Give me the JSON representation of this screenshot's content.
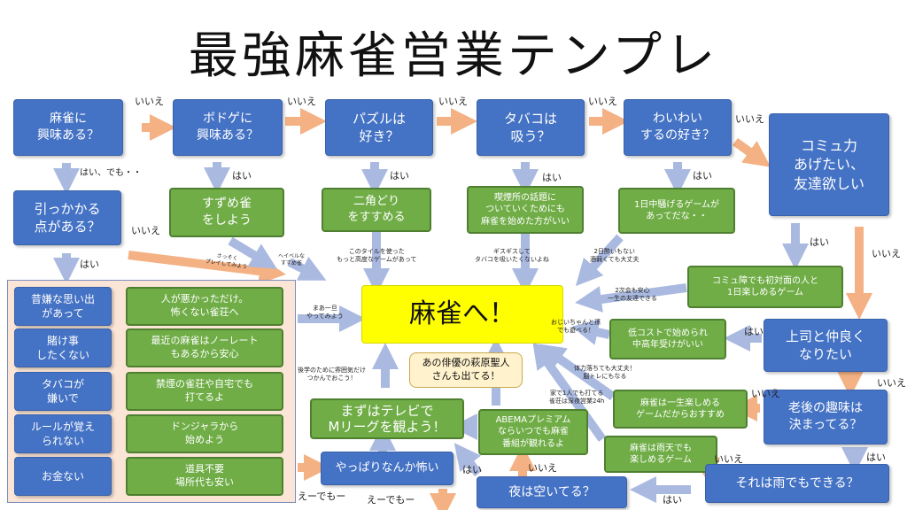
{
  "title": "最強麻雀営業テンプレ",
  "colors": {
    "blue": "#4472c4",
    "green": "#70ad47",
    "yellow": "#ffff00",
    "panel": "#fbe5d6",
    "arrow_peach": "#f4b183",
    "arrow_blue": "#a9b9e0"
  },
  "questions": {
    "q_mahjong": "麻雀に\n興味ある？",
    "q_boardgame": "ボドゲに\n興味ある？",
    "q_puzzle": "パズルは\n好き？",
    "q_tobacco": "タバコは\n吸う？",
    "q_party": "わいわい\nするの好き？",
    "q_comm": "コミュ力\nあげたい、\n友達欲しい",
    "q_catch": "引っかかる\n点がある？",
    "q_boss": "上司と仲良く\nなりたい",
    "q_hobby": "老後の趣味は\n決まってる？",
    "q_rain": "それは雨でもできる？",
    "q_night": "夜は空いてる？",
    "q_scary": "やっぱりなんか怖い"
  },
  "panel_rows": [
    {
      "q": "昔嫌な思い出\nがあって",
      "a": "人が悪かっただけ。\n怖くない雀荘へ"
    },
    {
      "q": "賭け事\nしたくない",
      "a": "最近の麻雀はノーレート\nもあるから安心"
    },
    {
      "q": "タバコが\n嫌いで",
      "a": "禁煙の雀荘や自宅でも\n打てるよ"
    },
    {
      "q": "ルールが覚え\nられない",
      "a": "ドンジャラから\n始めよう"
    },
    {
      "q": "お金ない",
      "a": "道具不要\n場所代も安い"
    }
  ],
  "answers": {
    "a_suzume": "すずめ雀\nをしよう",
    "a_nikaku": "二角どり\nをすすめる",
    "a_kissa": "喫煙所の話題に\nついていくためにも\n麻雀を始めた方がいい",
    "a_allday": "1日中騒げるゲームが\nあってだな・・",
    "a_comm": "コミュ障でも初対面の人と\n1日楽しめるゲーム",
    "a_lowcost": "低コストで始められ\n中高年受けがいい",
    "a_lifelong": "麻雀は一生楽しめる\nゲームだからおすすめ",
    "a_rain": "麻雀は雨天でも\n楽しめるゲーム",
    "a_abema": "ABEMAプレミアム\nならいつでも麻雀\n番組が観れるよ",
    "a_tv": "まずはテレビで\nMリーグを観よう！"
  },
  "goal": "麻雀へ！",
  "bubble": "あの俳優の萩原聖人\nさんも出てる！",
  "labels": {
    "iie": "いいえ",
    "hai": "はい",
    "hai_demo": "はい、でも・・",
    "edemo": "えーでもー"
  },
  "notes": {
    "n_sassoku": "さっそく\nプレイしてみよう",
    "n_heibon": "ヘイベルな\nすずめ雀",
    "n_tile": "このタイルを使った\nもっと高度なゲームがあって",
    "n_gisu": "ギスギスして\nタバコを吸いたくないよね",
    "n_2days": "2日酔いもない\n酒弱くても大丈夫",
    "n_2next": "2次会も安心\n一生の友達できる",
    "n_ojii": "おじいちゃんと孫\nでも遊べる！",
    "n_tairyoku": "体力落ちても大丈夫！\n脳トレにもなる",
    "n_home": "家で1人でも打てる\n雀荘は深夜営業24h",
    "n_kouhai": "後学のために雰囲気だけ\nつかんでおこう！",
    "n_maa": "まあ一旦\nやってみよう"
  }
}
